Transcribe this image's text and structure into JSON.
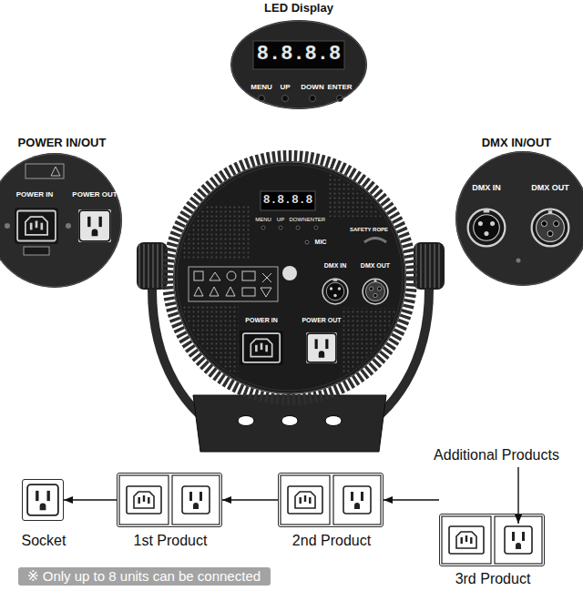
{
  "diagram": {
    "nodes": [
      {
        "text": [
          "LED Display",
          "8.8.8.8",
          "MENU",
          "UP",
          "DOWN",
          "ENTER"
        ]
      },
      {
        "text": [
          "POWER IN/OUT",
          "POWER IN",
          "POWER OUT"
        ]
      },
      {
        "text": [
          "DMX IN/OUT",
          "DMX IN",
          "DMX OUT"
        ]
      },
      {
        "text": [
          "8.8.8.8",
          "MENU",
          "UP",
          "DOWN",
          "ENTER",
          "MIC",
          "SAFETY ROPE",
          "DMX IN",
          "DMX OUT",
          "POWER IN",
          "POWER OUT"
        ]
      },
      {
        "text": [
          "Socket"
        ]
      },
      {
        "text": [
          "1st Product"
        ]
      },
      {
        "text": [
          "2nd Product"
        ]
      },
      {
        "text": [
          "3rd Product"
        ]
      },
      {
        "text": [
          "※ Only up to 8 units can be connected"
        ]
      }
    ],
    "edges": [
      {
        "from": 5,
        "to": 4,
        "arrow": "to"
      },
      {
        "from": 6,
        "to": 5,
        "arrow": "to"
      },
      {
        "from": 7,
        "to": 6,
        "arrow": "to"
      }
    ],
    "labels": [
      "Additional Products"
    ]
  }
}
